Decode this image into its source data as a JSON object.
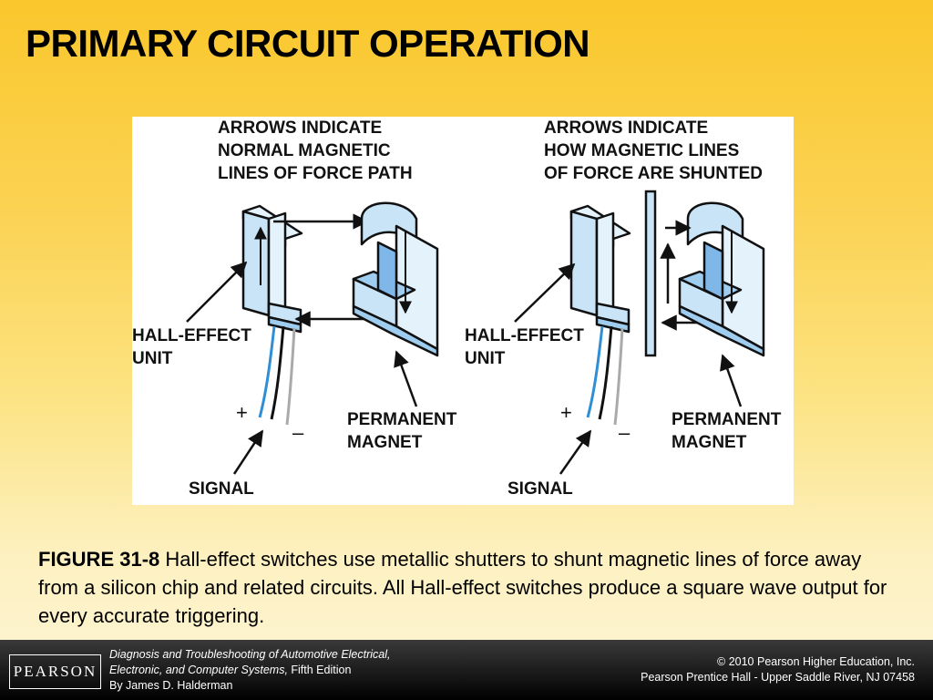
{
  "slide": {
    "title": "PRIMARY CIRCUIT OPERATION"
  },
  "figure": {
    "left_panel": {
      "heading": "ARROWS INDICATE\nNORMAL MAGNETIC\nLINES OF FORCE PATH",
      "hall_effect_label": "HALL-EFFECT\nUNIT",
      "magnet_label": "PERMANENT\nMAGNET",
      "signal_label": "SIGNAL",
      "plus": "+",
      "minus": "–"
    },
    "right_panel": {
      "heading": "ARROWS INDICATE\nHOW MAGNETIC LINES\nOF FORCE ARE SHUNTED",
      "hall_effect_label": "HALL-EFFECT\nUNIT",
      "magnet_label": "PERMANENT\nMAGNET",
      "signal_label": "SIGNAL",
      "plus": "+",
      "minus": "–"
    },
    "colors": {
      "part_fill": "#c9e4f7",
      "part_dark": "#7fb8e8",
      "wire_blue": "#2f8fd6",
      "wire_gray": "#aaaaaa"
    }
  },
  "caption": {
    "figure_number": "FIGURE 31-8",
    "text": " Hall-effect switches use metallic shutters to shunt magnetic lines of force away from a silicon chip and related circuits. All Hall-effect switches produce a square wave output for every accurate triggering."
  },
  "footer": {
    "logo_text": "PEARSON",
    "book_title_line1": "Diagnosis and Troubleshooting of Automotive Electrical,",
    "book_title_line2": "Electronic, and Computer Systems,",
    "edition": " Fifth Edition",
    "author": "By James D. Halderman",
    "copyright_line1": "© 2010 Pearson Higher Education, Inc.",
    "copyright_line2": "Pearson Prentice Hall - Upper Saddle River, NJ 07458"
  }
}
